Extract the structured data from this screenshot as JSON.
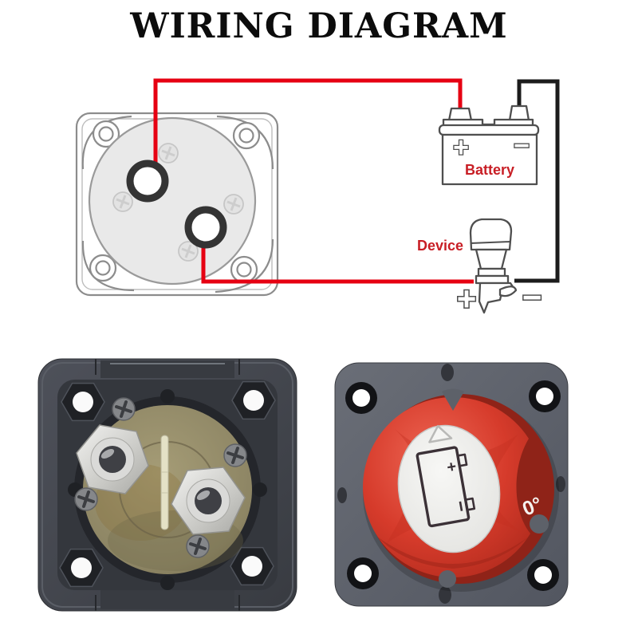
{
  "title": "WIRING DIAGRAM",
  "diagram": {
    "battery_label": "Battery",
    "device_label": "Device",
    "battery_plus": "+",
    "battery_minus": "−",
    "device_plus": "+",
    "device_minus": "−",
    "colors": {
      "wire_positive": "#e60012",
      "wire_negative": "#1c1c1c",
      "label_text": "#c81e25",
      "line_art": "#4f4f4f"
    }
  },
  "switch_front": {
    "knob_marking": "0°",
    "icon_plus": "+",
    "icon_minus": "−"
  }
}
